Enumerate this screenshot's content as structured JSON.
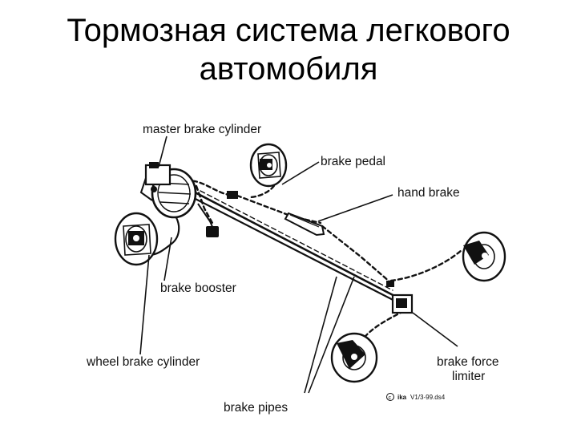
{
  "title": "Тормозная система легкового автомобиля",
  "labels": {
    "master_brake_cylinder": "master brake cylinder",
    "brake_pedal": "brake pedal",
    "hand_brake": "hand brake",
    "brake_booster": "brake booster",
    "wheel_brake_cylinder": "wheel brake cylinder",
    "brake_force_limiter_line1": "brake force",
    "brake_force_limiter_line2": "limiter",
    "brake_pipes": "brake pipes",
    "copyright_brand": "ika",
    "copyright_code": "V1/3-99.ds4"
  },
  "colors": {
    "ink": "#111111",
    "background": "#ffffff"
  }
}
